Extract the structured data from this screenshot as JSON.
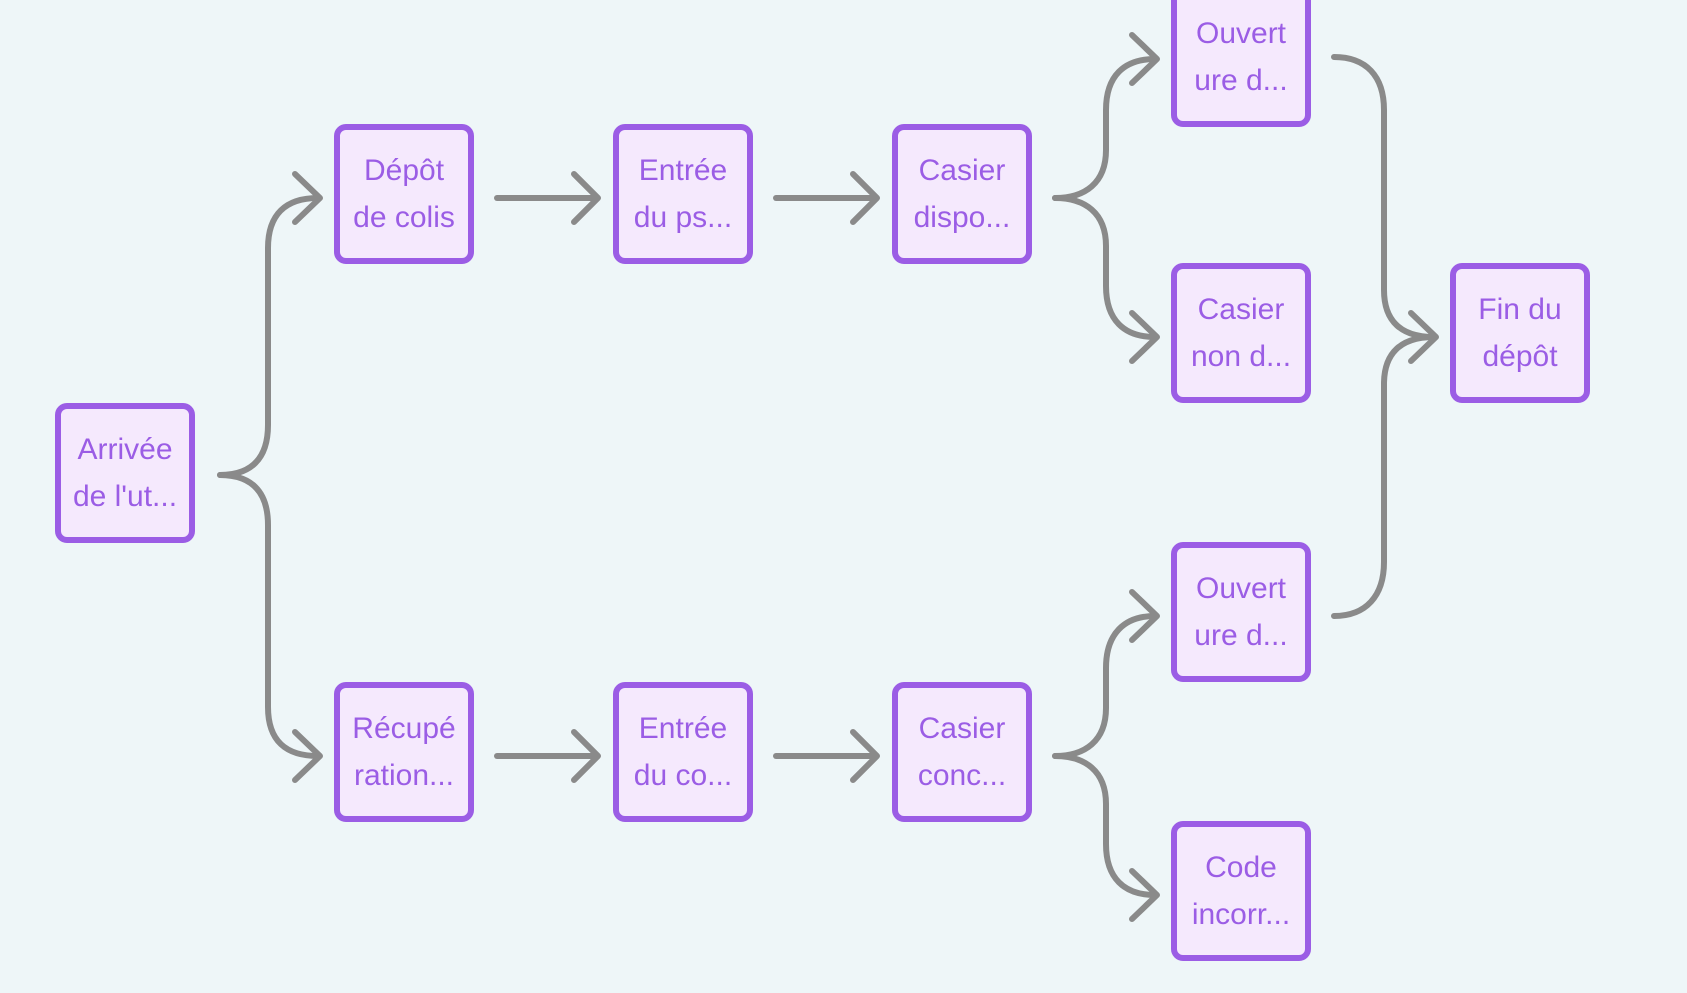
{
  "colors": {
    "background": "#eef6f8",
    "node_border": "#9b5de5",
    "node_fill": "#f5e9fd",
    "node_text": "#9b5de5",
    "edge": "#8a8a8a"
  },
  "nodes": [
    {
      "id": "arrivee",
      "line1": "Arrivée",
      "line2": "de l'ut..."
    },
    {
      "id": "depot",
      "line1": "Dépôt",
      "line2": "de colis"
    },
    {
      "id": "entree-ps",
      "line1": "Entrée",
      "line2": "du ps..."
    },
    {
      "id": "casier-dispo",
      "line1": "Casier",
      "line2": "dispo..."
    },
    {
      "id": "ouverture-1",
      "line1": "Ouvert",
      "line2": "ure d..."
    },
    {
      "id": "casier-non",
      "line1": "Casier",
      "line2": "non d..."
    },
    {
      "id": "fin-depot",
      "line1": "Fin du",
      "line2": "dépôt"
    },
    {
      "id": "recuperation",
      "line1": "Récupé",
      "line2": "ration..."
    },
    {
      "id": "entree-co",
      "line1": "Entrée",
      "line2": "du co..."
    },
    {
      "id": "casier-conc",
      "line1": "Casier",
      "line2": "conc..."
    },
    {
      "id": "ouverture-2",
      "line1": "Ouvert",
      "line2": "ure d..."
    },
    {
      "id": "code-incorrect",
      "line1": "Code",
      "line2": "incorr..."
    }
  ],
  "edges": [
    {
      "from": "arrivee",
      "to": "depot"
    },
    {
      "from": "arrivee",
      "to": "recuperation"
    },
    {
      "from": "depot",
      "to": "entree-ps"
    },
    {
      "from": "entree-ps",
      "to": "casier-dispo"
    },
    {
      "from": "casier-dispo",
      "to": "ouverture-1"
    },
    {
      "from": "casier-dispo",
      "to": "casier-non"
    },
    {
      "from": "ouverture-1",
      "to": "fin-depot"
    },
    {
      "from": "recuperation",
      "to": "entree-co"
    },
    {
      "from": "entree-co",
      "to": "casier-conc"
    },
    {
      "from": "casier-conc",
      "to": "ouverture-2"
    },
    {
      "from": "casier-conc",
      "to": "code-incorrect"
    },
    {
      "from": "ouverture-2",
      "to": "fin-depot"
    }
  ]
}
